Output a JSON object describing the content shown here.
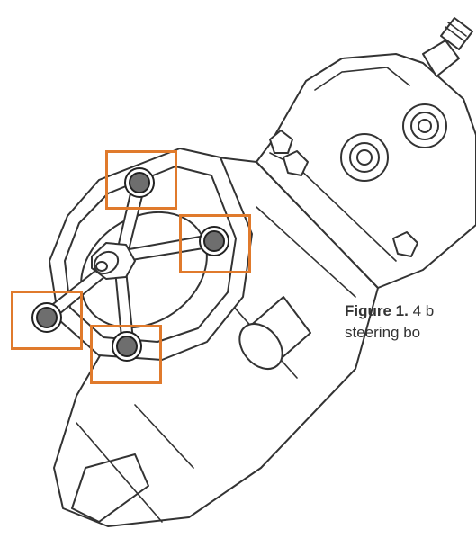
{
  "figure": {
    "caption_label": "Figure 1.",
    "caption_line1": "4 b",
    "caption_line2": "steering bo",
    "highlight_color": "#e07a2c",
    "line_color": "#333333",
    "bolt_color": "#6e6e6e",
    "highlighted_bolt_count": 4
  }
}
